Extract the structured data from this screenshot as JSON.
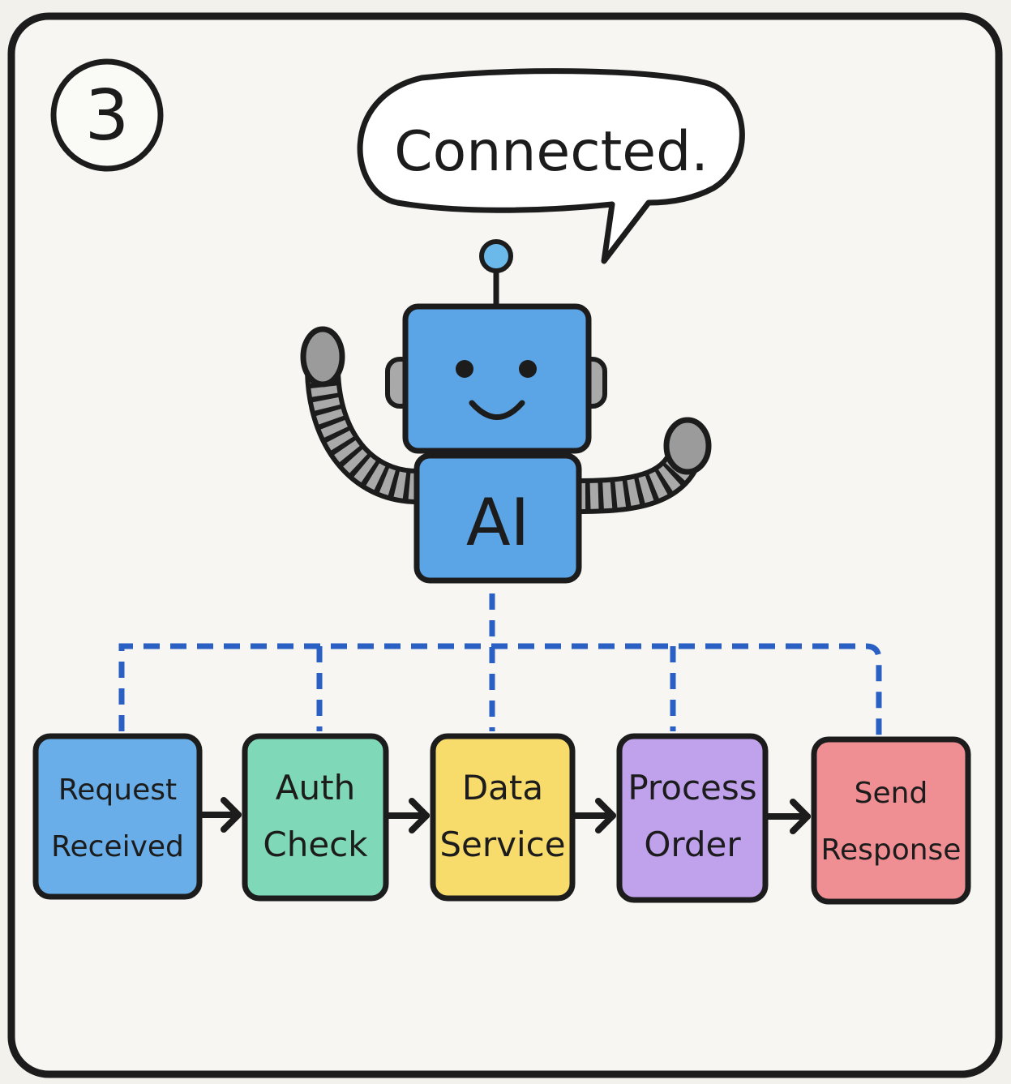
{
  "panel": {
    "number": "3"
  },
  "speech": {
    "text": "Connected."
  },
  "robot": {
    "label": "AI"
  },
  "steps": [
    {
      "line1": "Request",
      "line2": "Received",
      "color": "#69aee8"
    },
    {
      "line1": "Auth",
      "line2": "Check",
      "color": "#7fd8b7"
    },
    {
      "line1": "Data",
      "line2": "Service",
      "color": "#f7dc6b"
    },
    {
      "line1": "Process",
      "line2": "Order",
      "color": "#bfa1ec"
    },
    {
      "line1": "Send",
      "line2": "Response",
      "color": "#ef8f93"
    }
  ],
  "colors": {
    "robot_blue": "#5ba4e6",
    "connector_blue": "#2a5fc4",
    "joint_gray": "#a9a9a9",
    "background": "#f7f6f2"
  }
}
